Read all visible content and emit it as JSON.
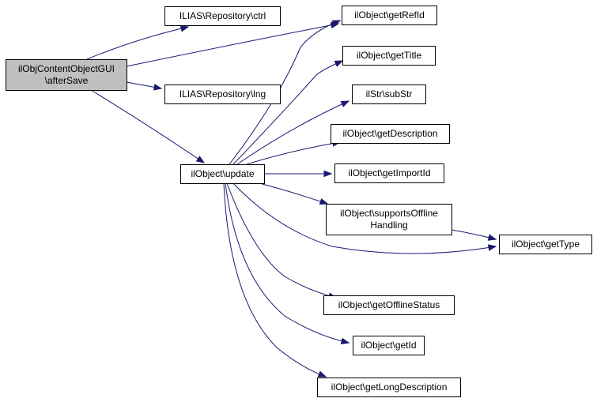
{
  "diagram": {
    "edge_color": "#191970",
    "root_fill": "#bfbfbf",
    "nodes": [
      {
        "id": "root",
        "lines": [
          "ilObjContentObjectGUI",
          "\\afterSave"
        ],
        "root": true
      },
      {
        "id": "ctrl",
        "lines": [
          "ILIAS\\Repository\\ctrl"
        ]
      },
      {
        "id": "lng",
        "lines": [
          "ILIAS\\Repository\\lng"
        ]
      },
      {
        "id": "update",
        "lines": [
          "ilObject\\update"
        ]
      },
      {
        "id": "getRefId",
        "lines": [
          "ilObject\\getRefId"
        ]
      },
      {
        "id": "getTitle",
        "lines": [
          "ilObject\\getTitle"
        ]
      },
      {
        "id": "subStr",
        "lines": [
          "ilStr\\subStr"
        ]
      },
      {
        "id": "getDescription",
        "lines": [
          "ilObject\\getDescription"
        ]
      },
      {
        "id": "getImportId",
        "lines": [
          "ilObject\\getImportId"
        ]
      },
      {
        "id": "supportsOffline",
        "lines": [
          "ilObject\\supportsOffline",
          "Handling"
        ]
      },
      {
        "id": "getType",
        "lines": [
          "ilObject\\getType"
        ]
      },
      {
        "id": "getOfflineStatus",
        "lines": [
          "ilObject\\getOfflineStatus"
        ]
      },
      {
        "id": "getId",
        "lines": [
          "ilObject\\getId"
        ]
      },
      {
        "id": "getLongDescription",
        "lines": [
          "ilObject\\getLongDescription"
        ]
      }
    ],
    "edges": [
      {
        "from": "root",
        "to": "ctrl"
      },
      {
        "from": "root",
        "to": "getRefId"
      },
      {
        "from": "root",
        "to": "lng"
      },
      {
        "from": "root",
        "to": "update"
      },
      {
        "from": "update",
        "to": "getRefId"
      },
      {
        "from": "update",
        "to": "getTitle"
      },
      {
        "from": "update",
        "to": "subStr"
      },
      {
        "from": "update",
        "to": "getDescription"
      },
      {
        "from": "update",
        "to": "getImportId"
      },
      {
        "from": "update",
        "to": "supportsOffline"
      },
      {
        "from": "update",
        "to": "getType"
      },
      {
        "from": "update",
        "to": "getOfflineStatus"
      },
      {
        "from": "update",
        "to": "getId"
      },
      {
        "from": "update",
        "to": "getLongDescription"
      },
      {
        "from": "supportsOffline",
        "to": "getType"
      }
    ]
  }
}
